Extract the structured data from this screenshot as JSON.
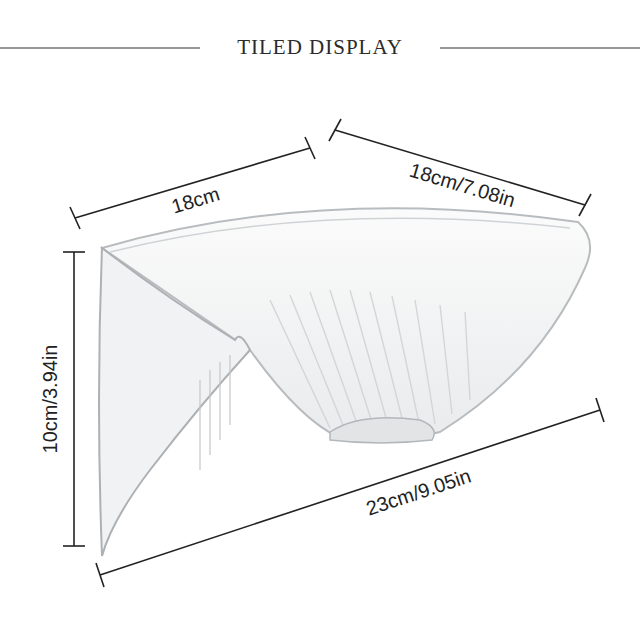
{
  "diagram": {
    "title": "TILED DISPLAY",
    "labels": [
      "18cm",
      "18cm/7.08in",
      "10cm/3.94in",
      "23cm/9.05in"
    ]
  }
}
